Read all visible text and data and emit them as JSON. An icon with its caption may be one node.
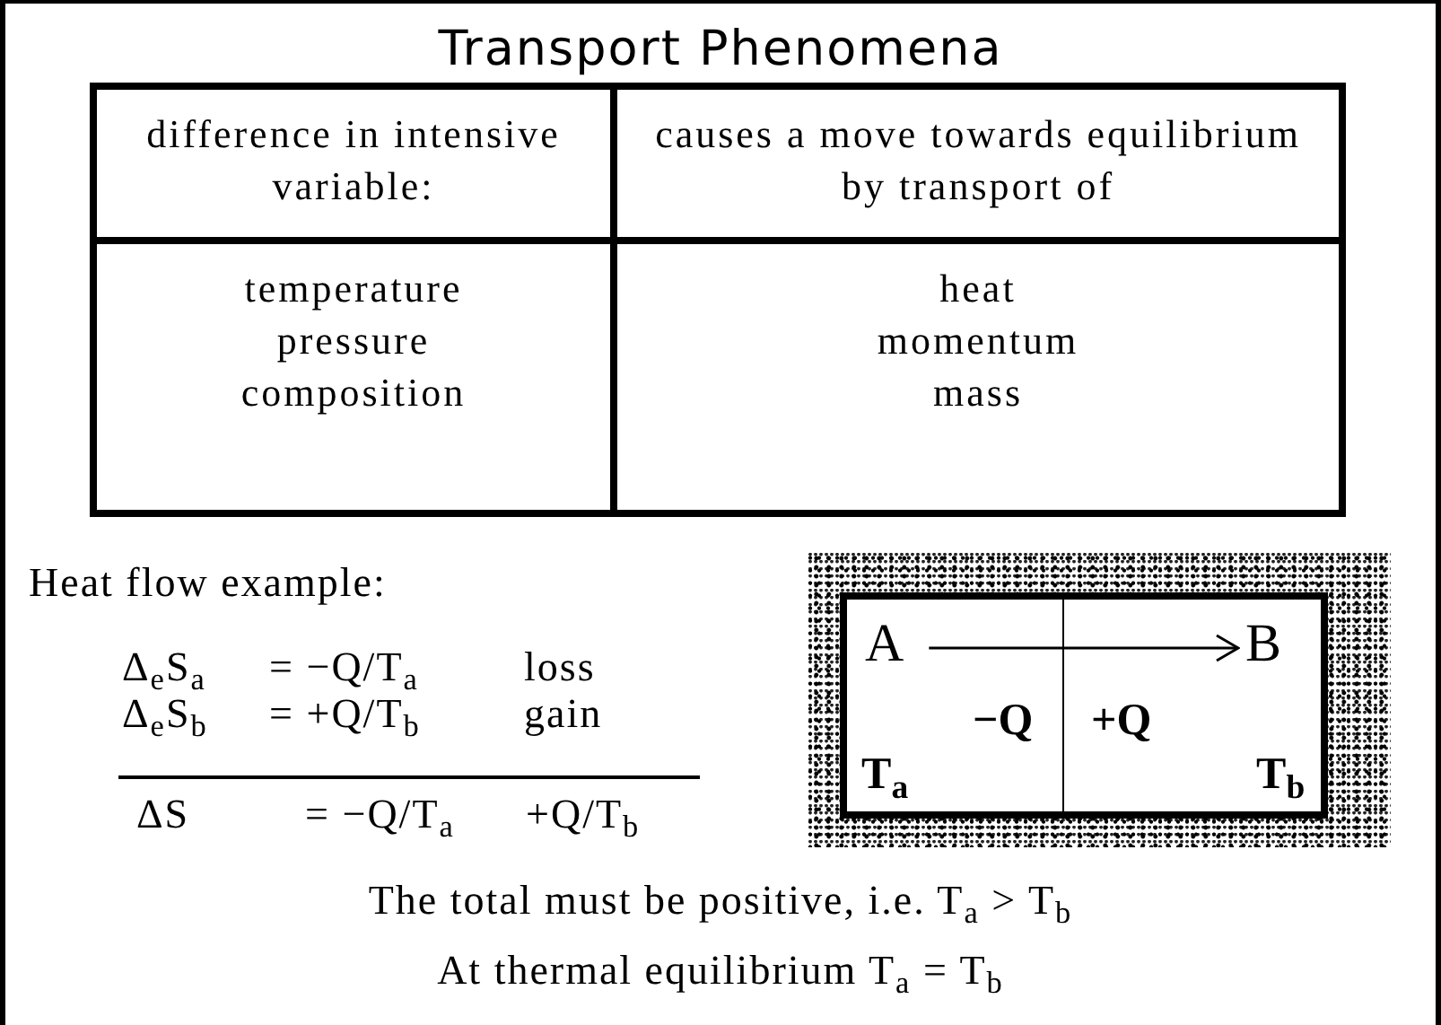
{
  "diagram": {
    "title": "Transport Phenomena",
    "nodes": [
      {
        "text": [],
        "shape": "box"
      },
      {
        "text": [
          "A"
        ],
        "in": 0
      },
      {
        "text": [
          "B"
        ],
        "in": 0
      }
    ],
    "edges": [
      {
        "from": 1,
        "to": 2,
        "arrow": "to"
      }
    ],
    "labels": [
      "difference in intensive variable:",
      "causes a move towards equilibrium by transport of",
      "temperature",
      "pressure",
      "composition",
      "heat",
      "momentum",
      "mass",
      "Heat flow example:",
      "Δ$_{e}$S$_{a}$",
      "= −Q/T$_{a}$",
      "loss",
      "Δ$_{e}$S$_{b}$",
      "= +Q/T$_{b}$",
      "gain",
      "ΔS",
      "= −Q/T$_{a}$",
      "+Q/T$_{b}$",
      "−Q",
      "+Q",
      "T$_{a}$",
      "T$_{b}$",
      "The total must be positive, i.e. T$_{a}$ > T$_{b}$",
      "At thermal equilibrium T$_{a}$ = T$_{b}$"
    ]
  }
}
